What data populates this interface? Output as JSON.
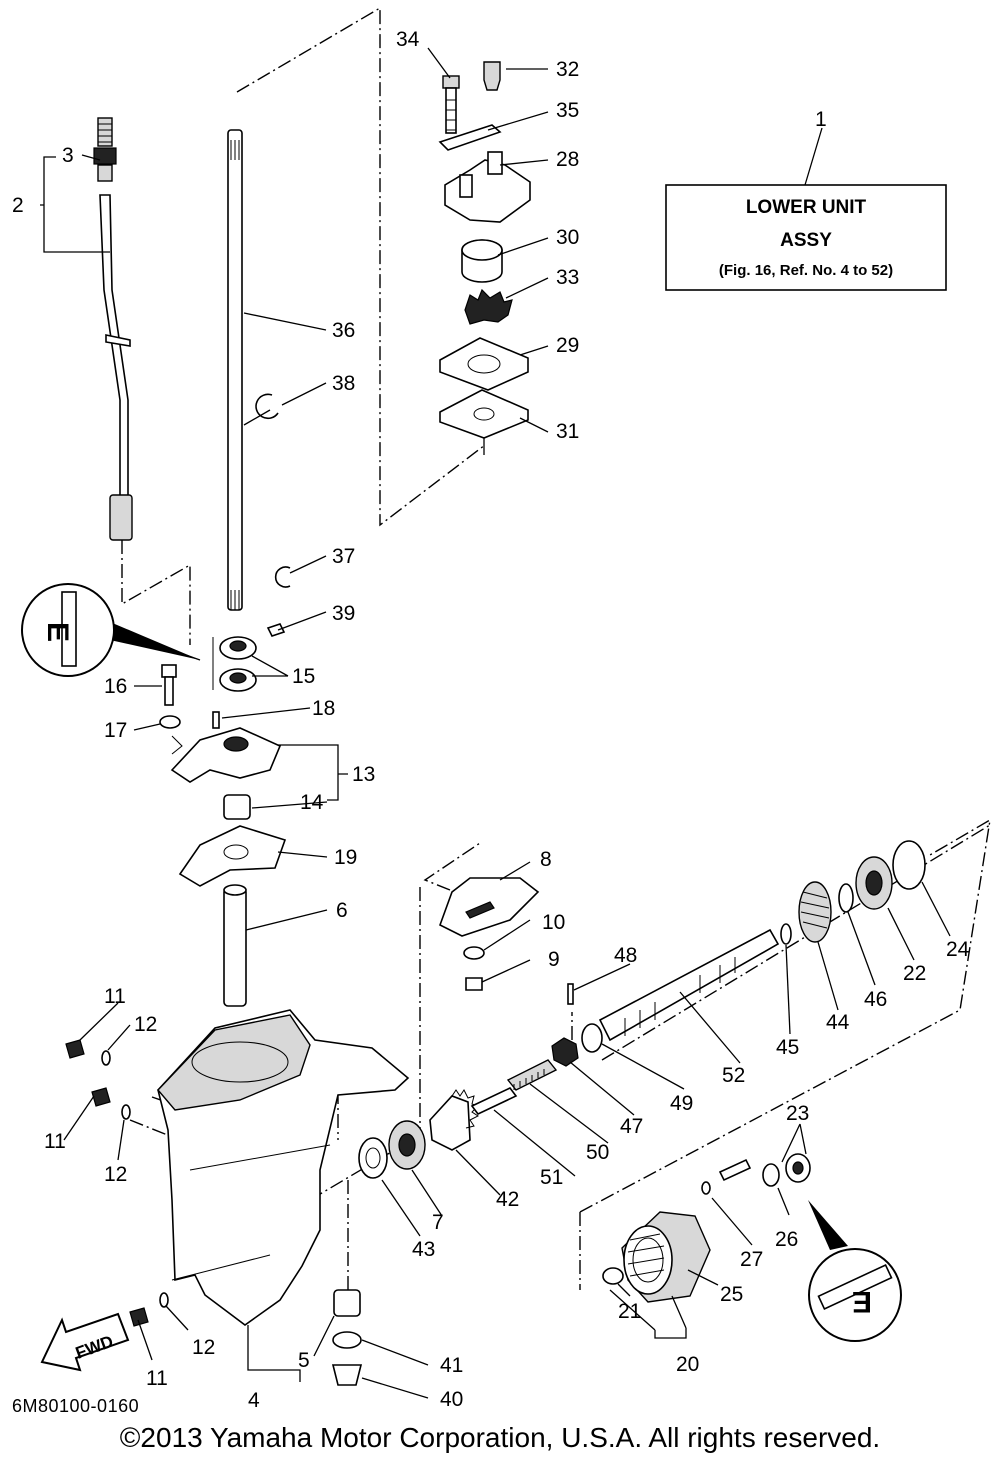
{
  "assembly_box": {
    "line1": "LOWER UNIT",
    "line2": "ASSY",
    "line3": "(Fig. 16, Ref. No. 4 to 52)"
  },
  "callouts": {
    "c1": "1",
    "c2": "2",
    "c3": "3",
    "c4": "4",
    "c5": "5",
    "c6": "6",
    "c7": "7",
    "c8": "8",
    "c9": "9",
    "c10": "10",
    "c11a": "11",
    "c11b": "11",
    "c11c": "11",
    "c12a": "12",
    "c12b": "12",
    "c12c": "12",
    "c13": "13",
    "c14": "14",
    "c15": "15",
    "c16": "16",
    "c17": "17",
    "c18": "18",
    "c19": "19",
    "c20": "20",
    "c21": "21",
    "c22": "22",
    "c23": "23",
    "c24": "24",
    "c25": "25",
    "c26": "26",
    "c27": "27",
    "c28": "28",
    "c29": "29",
    "c30": "30",
    "c31": "31",
    "c32": "32",
    "c33": "33",
    "c34": "34",
    "c35": "35",
    "c36": "36",
    "c37": "37",
    "c38": "38",
    "c39": "39",
    "c40": "40",
    "c41": "41",
    "c42": "42",
    "c43": "43",
    "c44": "44",
    "c45": "45",
    "c46": "46",
    "c47": "47",
    "c48": "48",
    "c49": "49",
    "c50": "50",
    "c51": "51",
    "c52": "52"
  },
  "lubricant_marks": {
    "left": "E",
    "right": "E"
  },
  "fwd_arrow": "FWD",
  "catalog_code": "6M80100-0160",
  "copyright": "©2013 Yamaha Motor Corporation, U.S.A. All rights reserved.",
  "icons": [
    "grease-tube-icon",
    "forward-arrow-icon"
  ]
}
